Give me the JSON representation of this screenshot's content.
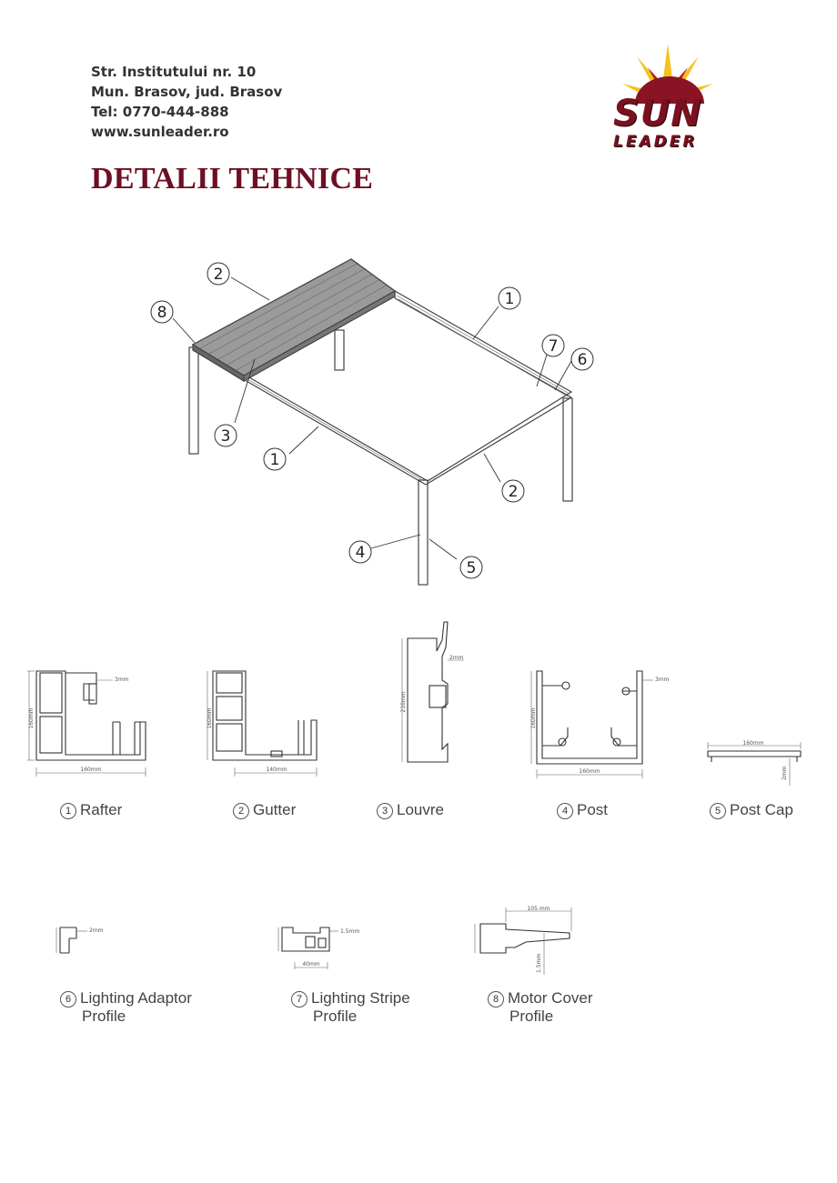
{
  "header": {
    "address_lines": [
      "Str. Institutului nr. 10",
      "Mun. Brasov, jud. Brasov",
      "Tel: 0770-444-888",
      "www.sunleader.ro"
    ],
    "logo_top": "SUN",
    "logo_bottom": "LEADER",
    "brand_color": "#6d0f22",
    "logo_sun_color": "#f4c21b"
  },
  "title": "DETALII TEHNICE",
  "diagram": {
    "callouts": [
      "1",
      "2",
      "3",
      "4",
      "5",
      "6",
      "7",
      "8"
    ]
  },
  "profiles": [
    {
      "num": "1",
      "name": "Rafter",
      "name2": "",
      "dims": [
        "160mm",
        "3mm",
        "160mm"
      ]
    },
    {
      "num": "2",
      "name": "Gutter",
      "name2": "",
      "dims": [
        "160mm",
        "140mm"
      ]
    },
    {
      "num": "3",
      "name": "Louvre",
      "name2": "",
      "dims": [
        "210mm",
        "2mm"
      ]
    },
    {
      "num": "4",
      "name": "Post",
      "name2": "",
      "dims": [
        "160mm",
        "3mm",
        "160mm"
      ]
    },
    {
      "num": "5",
      "name": "Post Cap",
      "name2": "",
      "dims": [
        "160mm",
        "2mm"
      ]
    },
    {
      "num": "6",
      "name": "Lighting Adaptor",
      "name2": "Profile",
      "dims": [
        "2mm"
      ]
    },
    {
      "num": "7",
      "name": "Lighting Stripe",
      "name2": "Profile",
      "dims": [
        "1.5mm",
        "40mm"
      ]
    },
    {
      "num": "8",
      "name": "Motor Cover",
      "name2": "Profile",
      "dims": [
        "105 mm",
        "1.5mm"
      ]
    }
  ]
}
